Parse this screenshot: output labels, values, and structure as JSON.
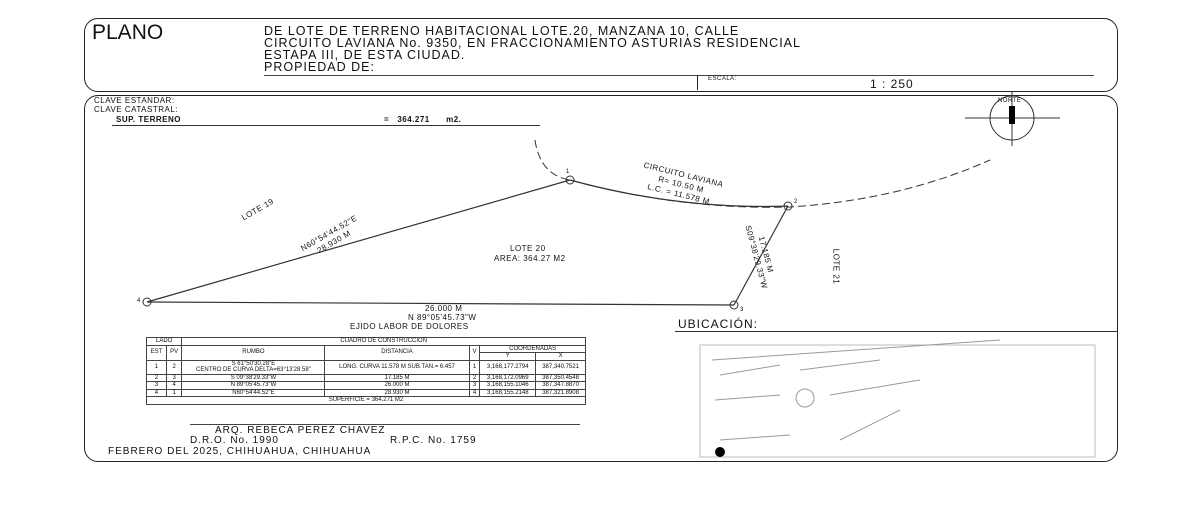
{
  "header": {
    "title": "PLANO",
    "description_lines": [
      "DE LOTE DE TERRENO HABITACIONAL LOTE.20, MANZANA 10, CALLE",
      "CIRCUITO LAVIANA No. 9350, EN FRACCIONAMIENTO ASTURIAS RESIDENCIAL",
      "ESTAPA III, DE ESTA CIUDAD."
    ],
    "owner_label": "PROPIEDAD DE:",
    "scale_label": "ESCALA:",
    "scale_value": "1 : 250"
  },
  "plan": {
    "clave_estandar": "CLAVE ESTANDAR:",
    "clave_catastral": "CLAVE CATASTRAL:",
    "sup_label": "SUP. TERRENO",
    "sup_value": "=   364.271      m2.",
    "north": "NORTE",
    "street": "CIRCUITO LAVIANA",
    "curve_r": "R= 10.50 M",
    "curve_lc": "L.C. = 11.578 M",
    "lote_left": "LOTE 19",
    "lote_right": "LOTE 21",
    "side_left": "N60°54'44.52\"E",
    "side_left_dist": "28.930 M",
    "side_right": "S09°38'29.33\"W",
    "side_right_dist": "17.185 M",
    "lot_name": "LOTE 20",
    "lot_area": "AREA: 364.27 M2",
    "bottom_dist": "26.000 M",
    "bottom_bearing": "N 89°05'45.73\"W",
    "bottom_neighbor": "EJIDO LABOR DE DOLORES",
    "vertices": [
      "1",
      "2",
      "3",
      "4"
    ]
  },
  "table": {
    "title": "CUADRO DE CONSTRUCCION",
    "headers": {
      "lado": "LADO",
      "est": "EST",
      "pv": "PV",
      "rumbo": "RUMBO",
      "distancia": "DISTANCIA",
      "v": "V",
      "coords": "COORDENADAS",
      "y": "Y",
      "x": "X"
    },
    "rows": [
      {
        "est": "1",
        "pv": "2",
        "rumbo": "S 61°50'30.28\"E",
        "note": "CENTRO DE CURVA DELTA=63°13'28.58\"",
        "dist": "LONG. CURVA 11.578 M SUB.TAN.= 6.457",
        "v": "1",
        "y": "3,168,177.2794",
        "x": "387,340.7521"
      },
      {
        "est": "2",
        "pv": "3",
        "rumbo": "S 09°38'29.33\"W",
        "dist": "17.185 M",
        "v": "2",
        "y": "3,168,172.0969",
        "x": "387,350.4548"
      },
      {
        "est": "3",
        "pv": "4",
        "rumbo": "N 89°05'45.73\"W",
        "dist": "26.000 M",
        "v": "3",
        "y": "3,168,155.1046",
        "x": "387,347.8870"
      },
      {
        "est": "4",
        "pv": "1",
        "rumbo": "N60°54'44.52\"E",
        "dist": "28.930 M",
        "v": "4",
        "y": "3,168,155.2148",
        "x": "387,321.8908"
      }
    ],
    "total": "SUPERFICIE = 364.271 M2"
  },
  "signature": {
    "name": "ARQ. REBECA PEREZ CHAVEZ",
    "dro": "D.R.O. No. 1990",
    "rpc": "R.P.C. No. 1759",
    "date": "FEBRERO DEL 2025, CHIHUAHUA, CHIHUAHUA"
  },
  "location": {
    "title": "UBICACIÓN:"
  }
}
